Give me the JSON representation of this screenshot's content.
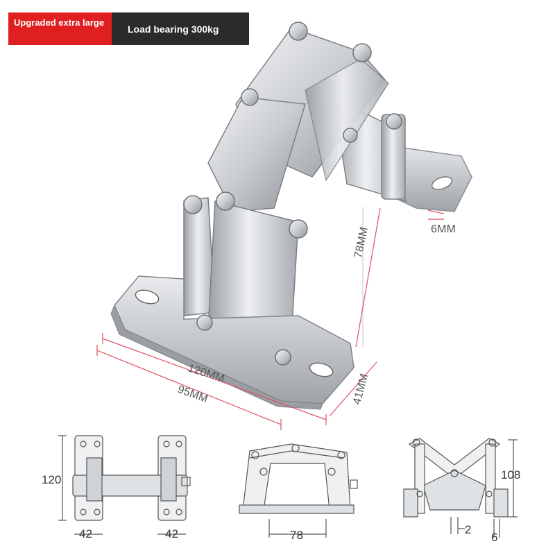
{
  "badges": {
    "upgraded": "Upgraded extra large",
    "load": "Load bearing 300kg"
  },
  "dimensions": {
    "thickness": "6MM",
    "height": "78MM",
    "length_outer": "120MM",
    "length_inner": "95MM",
    "width": "41MM"
  },
  "drawings": {
    "top_view": {
      "height": "120",
      "left_width": "42",
      "right_width": "42"
    },
    "front_view": {
      "span": "78"
    },
    "side_view": {
      "height": "108",
      "gap": "2",
      "thickness": "6"
    }
  },
  "colors": {
    "badge_red": "#e02020",
    "badge_dark": "#2b2b2b",
    "dimension_line": "#e05060",
    "steel": "#c8cacd"
  }
}
